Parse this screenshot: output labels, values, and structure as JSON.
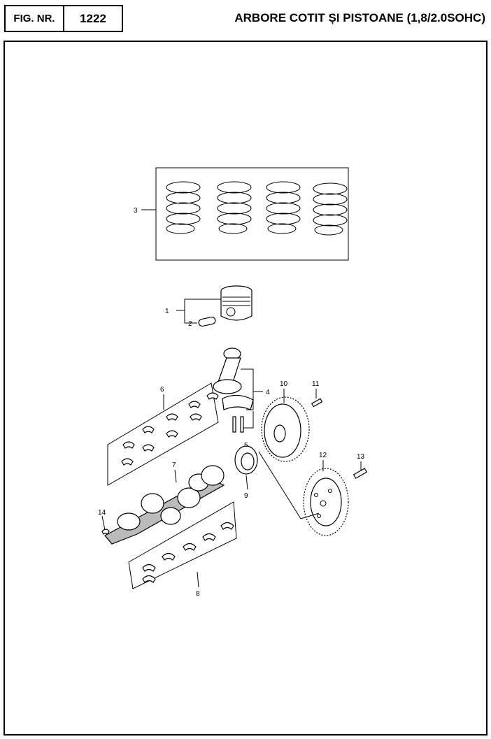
{
  "header": {
    "fig_label": "FIG. NR.",
    "fig_number": "1222",
    "title": "ARBORE COTIT ȘI PISTOANE (1,8/2.0SOHC)"
  },
  "callouts": {
    "c1": "1",
    "c2": "2",
    "c3": "3",
    "c4": "4",
    "c5": "5",
    "c6": "6",
    "c7": "7",
    "c8": "8",
    "c9": "9",
    "c10": "10",
    "c11": "11",
    "c12": "12",
    "c13": "13",
    "c14": "14"
  }
}
